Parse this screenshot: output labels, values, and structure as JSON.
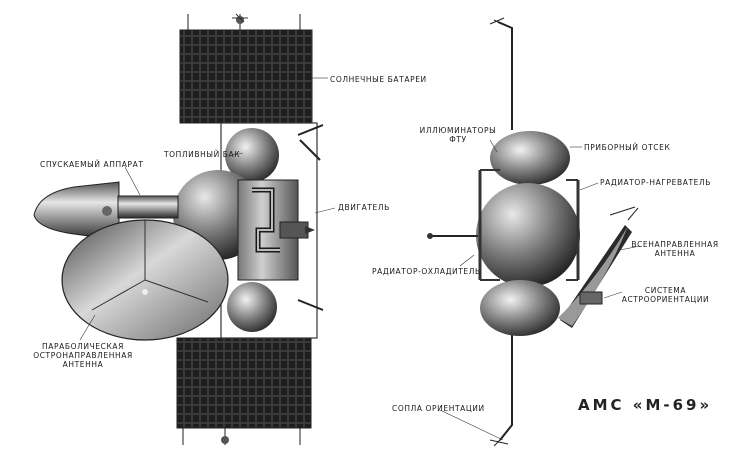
{
  "title": "АМС «М-69»",
  "labels": {
    "solar_panels": "СОЛНЕЧНЫЕ БАТАРЕИ",
    "fuel_tank": "ТОПЛИВНЫЙ БАК",
    "descent_module": "СПУСКАЕМЫЙ АППАРАТ",
    "engine": "ДВИГАТЕЛЬ",
    "parabolic_antenna_1": "ПАРАБОЛИЧЕСКАЯ",
    "parabolic_antenna_2": "ОСТРОНАПРАВЛЕННАЯ",
    "parabolic_antenna_3": "АНТЕННА",
    "accumulators_1": "ИЛЛЮМИНАТОРЫ",
    "accumulators_2": "ФТУ",
    "instrument_bay": "ПРИБОРНЫЙ ОТСЕК",
    "radiator_heater": "РАДИАТОР-НАГРЕВАТЕЛЬ",
    "radiator_cooler": "РАДИАТОР-ОХЛАДИТЕЛЬ",
    "omni_antenna_1": "ВСЕНАПРАВЛЕННАЯ",
    "omni_antenna_2": "АНТЕННА",
    "orientation_system_1": "СИСТЕМА",
    "orientation_system_2": "АСТРООРИЕНТАЦИИ",
    "orientation_nozzles": "СОПЛА ОРИЕНТАЦИИ"
  }
}
